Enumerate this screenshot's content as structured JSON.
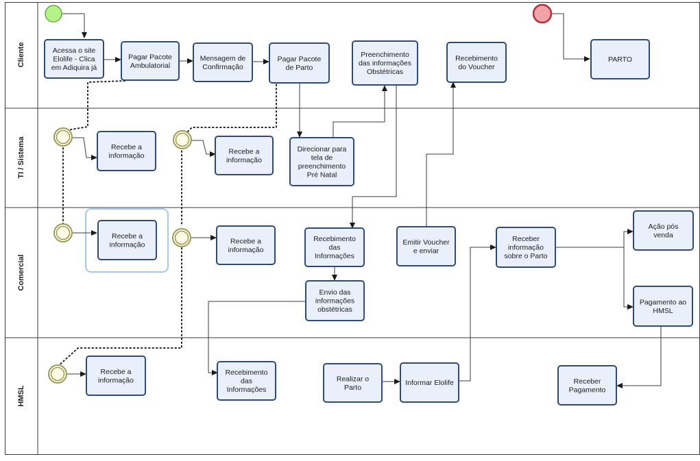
{
  "lanes": [
    {
      "id": "cliente",
      "label": "Cliente"
    },
    {
      "id": "sistema",
      "label": "TI / Sistema"
    },
    {
      "id": "comercial",
      "label": "Comercial"
    },
    {
      "id": "hmsl",
      "label": "HMSL"
    }
  ],
  "tasks": [
    {
      "id": "t_acessa",
      "lines": [
        "Acessa o site",
        "Elolife - Clica",
        "em Adiquira já"
      ]
    },
    {
      "id": "t_pagar_amb",
      "lines": [
        "Pagar Pacote",
        "Ambulatorial"
      ]
    },
    {
      "id": "t_msg_conf",
      "lines": [
        "Mensagem de",
        "Confirmação"
      ]
    },
    {
      "id": "t_pagar_parto",
      "lines": [
        "Pagar Pacote",
        "de Parto"
      ]
    },
    {
      "id": "t_preench",
      "lines": [
        "Preenchimento",
        "das informações",
        "Obstétricas"
      ]
    },
    {
      "id": "t_receb_voucher",
      "lines": [
        "Recebimento",
        "do Voucher"
      ]
    },
    {
      "id": "t_parto",
      "lines": [
        "PARTO"
      ]
    },
    {
      "id": "t_sis_rec1",
      "lines": [
        "Recebe a",
        "informação"
      ]
    },
    {
      "id": "t_sis_rec2",
      "lines": [
        "Recebe a",
        "informação"
      ]
    },
    {
      "id": "t_direcionar",
      "lines": [
        "Direcionar para",
        "tela de",
        "preenchimento",
        "Pré Natal"
      ]
    },
    {
      "id": "t_com_rec1",
      "lines": [
        "Recebe a",
        "informação"
      ]
    },
    {
      "id": "t_com_rec2",
      "lines": [
        "Recebe a",
        "informação"
      ]
    },
    {
      "id": "t_com_receb_info",
      "lines": [
        "Recebimento",
        "das",
        "Informações"
      ]
    },
    {
      "id": "t_envio",
      "lines": [
        "Envio das",
        "informações",
        "obstétricas"
      ]
    },
    {
      "id": "t_emitir",
      "lines": [
        "Emitir Voucher",
        "e enviar"
      ]
    },
    {
      "id": "t_receber_parto",
      "lines": [
        "Receber",
        "informação",
        "sobre o Parto"
      ]
    },
    {
      "id": "t_acao",
      "lines": [
        "Ação pós",
        "venda"
      ]
    },
    {
      "id": "t_pagamento",
      "lines": [
        "Pagamento ao",
        "HMSL"
      ]
    },
    {
      "id": "t_hmsl_rec",
      "lines": [
        "Recebe a",
        "informação"
      ]
    },
    {
      "id": "t_hmsl_receb_info",
      "lines": [
        "Recebimento",
        "das",
        "Informações"
      ]
    },
    {
      "id": "t_realizar",
      "lines": [
        "Realizar o",
        "Parto"
      ]
    },
    {
      "id": "t_informar",
      "lines": [
        "Informar Elolife"
      ]
    },
    {
      "id": "t_receber_pag",
      "lines": [
        "Receber",
        "Pagamento"
      ]
    }
  ],
  "events": [
    {
      "id": "ev_start",
      "kind": "start"
    },
    {
      "id": "ev_end",
      "kind": "end"
    },
    {
      "id": "ev_sis1",
      "kind": "intermediate"
    },
    {
      "id": "ev_sis2",
      "kind": "intermediate"
    },
    {
      "id": "ev_com1",
      "kind": "intermediate"
    },
    {
      "id": "ev_com2",
      "kind": "intermediate"
    },
    {
      "id": "ev_hmsl",
      "kind": "intermediate"
    }
  ],
  "colors": {
    "task_fill": "#eaf0fb",
    "task_stroke": "#2f4b72",
    "start_fill": "#b5f28a",
    "start_stroke": "#6aa84f",
    "end_fill": "#f2a3a8",
    "end_stroke": "#b0303b",
    "intermediate_fill": "#fdfbe6",
    "intermediate_stroke": "#9c9a5a",
    "group_stroke": "#a9c6e3"
  }
}
